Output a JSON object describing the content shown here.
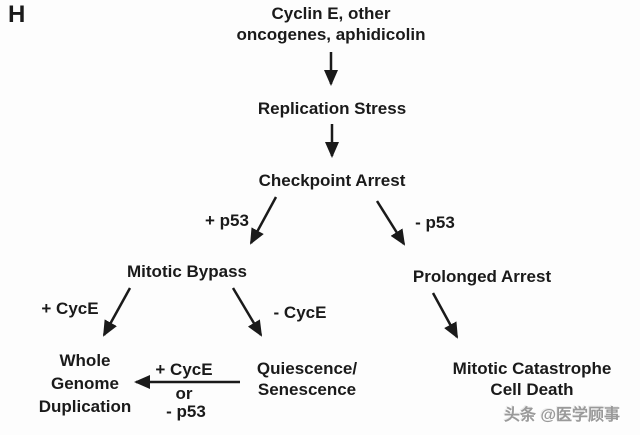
{
  "panel_label": "H",
  "nodes": {
    "oncogenes": {
      "lines": [
        "Cyclin E, other",
        "oncogenes, aphidicolin"
      ]
    },
    "replication_stress": {
      "label": "Replication Stress"
    },
    "checkpoint_arrest": {
      "label": "Checkpoint Arrest"
    },
    "mitotic_bypass": {
      "label": "Mitotic Bypass"
    },
    "prolonged_arrest": {
      "label": "Prolonged Arrest"
    },
    "whole_genome_duplication": {
      "lines": [
        "Whole",
        "Genome",
        "Duplication"
      ]
    },
    "quiescence_senescence": {
      "lines": [
        "Quiescence/",
        "Senescence"
      ]
    },
    "mitotic_catastrophe": {
      "lines": [
        "Mitotic Catastrophe",
        "Cell Death"
      ]
    }
  },
  "edge_labels": {
    "checkpoint_to_bypass": "+ p53",
    "checkpoint_to_prolonged": "- p53",
    "bypass_to_wgd": "+ CycE",
    "bypass_to_quiescence": "- CycE",
    "quiescence_to_wgd": {
      "lines": [
        "+ CycE",
        "or",
        "- p53"
      ]
    }
  },
  "watermark": "头条 @医学顾事",
  "colors": {
    "text": "#1a1a1a",
    "background": "#fdfdfd",
    "watermark": "#9a9a9a"
  }
}
